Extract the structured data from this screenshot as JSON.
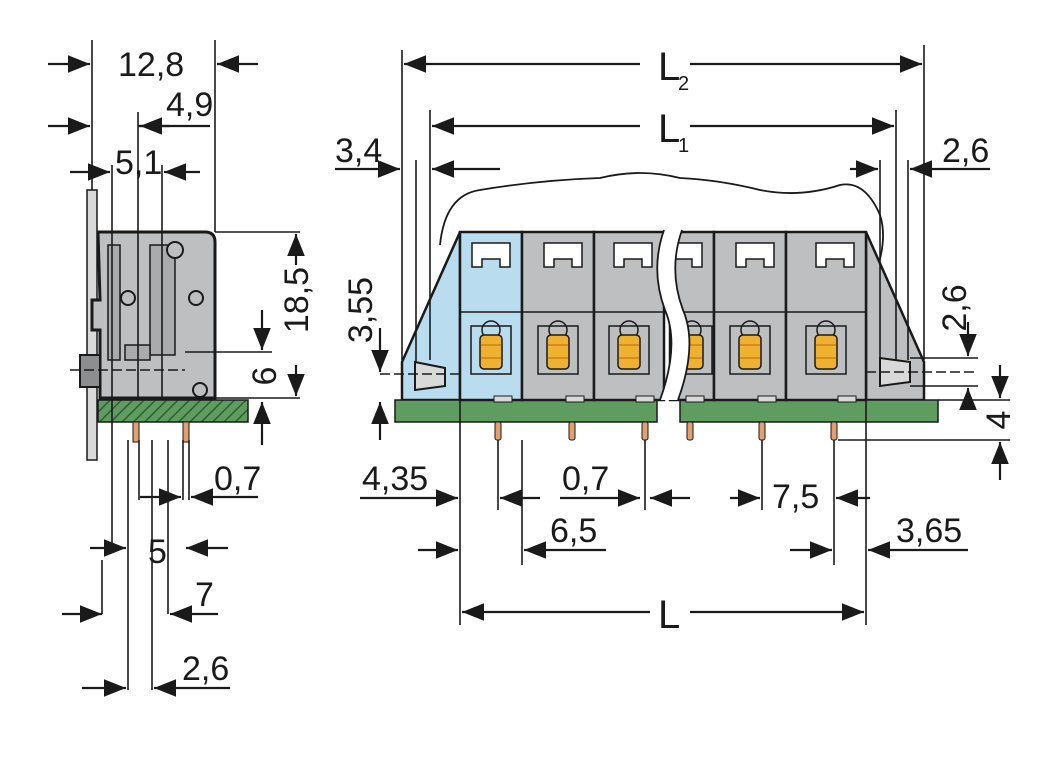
{
  "colors": {
    "housing_gray": "#bdbfc1",
    "first_pole_blue": "#b9dcef",
    "pcb_green": "#5e9c60",
    "pcb_hatch": "#2f5e33",
    "push_button_orange": "#f0b030",
    "line": "#1a1a1a"
  },
  "side_view": {
    "dim_12_8": "12,8",
    "dim_4_9": "4,9",
    "dim_5_1": "5,1",
    "dim_18_5": "18,5",
    "dim_6": "6",
    "dim_0_7": "0,7",
    "dim_5": "5",
    "dim_7": "7",
    "dim_2_6": "2,6"
  },
  "front_view": {
    "label_L2": "L",
    "label_L2_sub": "2",
    "label_L1": "L",
    "label_L1_sub": "1",
    "label_L": "L",
    "dim_3_4": "3,4",
    "dim_2_6_top": "2,6",
    "dim_3_55": "3,55",
    "dim_2_6_right": "2,6",
    "dim_4": "4",
    "dim_4_35": "4,35",
    "dim_0_7": "0,7",
    "dim_7_5": "7,5",
    "dim_6_5": "6,5",
    "dim_3_65": "3,65"
  }
}
